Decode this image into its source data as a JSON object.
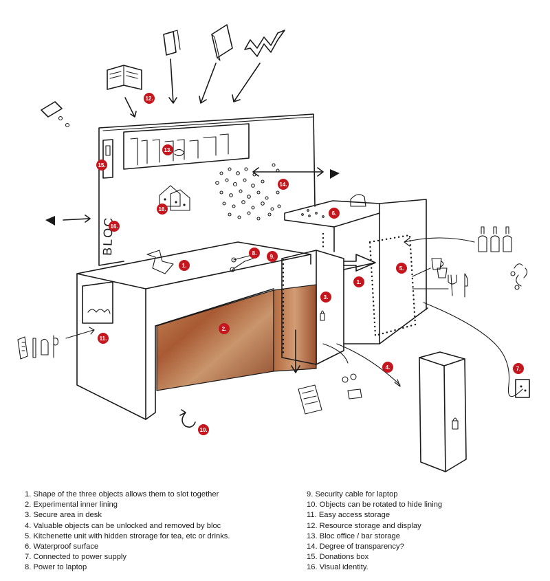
{
  "diagram": {
    "desk_lettering": "BLOC",
    "marker_color": "#c4161c",
    "lining_color": "#b8643a",
    "markers": [
      "1.",
      "1.",
      "2.",
      "3.",
      "4.",
      "5.",
      "6.",
      "7.",
      "8.",
      "9.",
      "10.",
      "11.",
      "12.",
      "13.",
      "14.",
      "15.",
      "16."
    ],
    "legend_left": [
      "1. Shape of the three objects allows them to slot together",
      "2. Experimental inner lining",
      "3. Secure area in desk",
      "4. Valuable objects can be unlocked and removed by bloc",
      "5. Kitchenette unit with hidden strorage for tea, etc or drinks.",
      "6. Waterproof surface",
      "7. Connected to power supply",
      "8. Power to laptop"
    ],
    "legend_right": [
      "9. Security cable for laptop",
      "10. Objects can be rotated to hide lining",
      "11. Easy  access storage",
      "12. Resource storage and display",
      "13. Bloc office / bar storage",
      "14. Degree of transparency?",
      "15. Donations box",
      "16. Visual identity."
    ]
  }
}
